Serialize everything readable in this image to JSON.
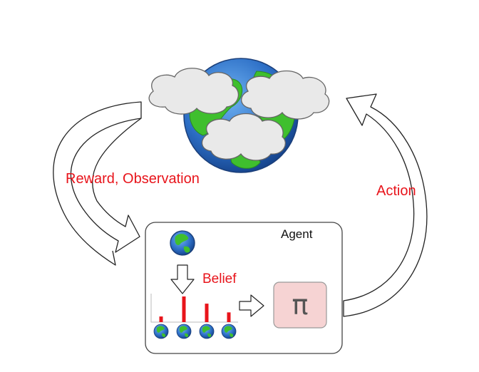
{
  "labels": {
    "reward_observation": "Reward, Observation",
    "action": "Action",
    "agent": "Agent",
    "belief": "Belief",
    "policy": "π"
  },
  "belief_distribution": [
    0.22,
    1.0,
    0.72,
    0.38
  ],
  "colors": {
    "label_red": "#e8141b",
    "ocean_blue": "#2d6fc6",
    "land_green": "#3fbf2e",
    "cloud_fill": "#e9e9e9",
    "policy_box": "#f6d3d3",
    "bar_red": "#e8141b"
  },
  "icons": {
    "environment": "earth-globe-icon",
    "clouds": "cloud-icon",
    "agent_world_model": "small-globe-icon",
    "belief_arrow": "down-arrow-icon",
    "to_policy": "right-arrow-icon"
  }
}
